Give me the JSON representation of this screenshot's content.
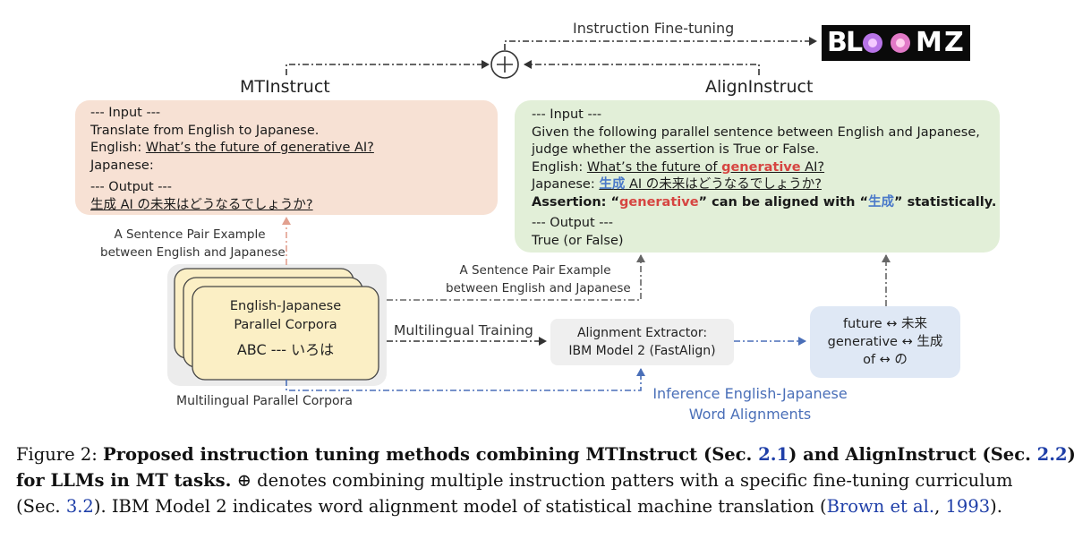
{
  "top": {
    "instruction_finetuning": "Instruction Fine-tuning",
    "plus": "+",
    "logo_text": {
      "b": "B",
      "l": "L",
      "m": "M",
      "z": "Z"
    }
  },
  "mtinstruct": {
    "title": "MTInstruct",
    "input_header": "--- Input ---",
    "line1": "Translate from English to Japanese.",
    "english_label": "English: ",
    "english_text": "What’s the future of generative AI?",
    "japanese_label": "Japanese:",
    "output_header": "--- Output ---",
    "output_text": "生成 AI の未来はどうなるでしょうか?"
  },
  "aligninstruct": {
    "title": "AlignInstruct",
    "input_header": "--- Input ---",
    "line1": "Given the following parallel sentence between English and Japanese,",
    "line2": "judge whether the assertion is True or False.",
    "english_label": "English: ",
    "english_pre": "What’s the future of ",
    "english_highlight": "generative",
    "english_post": " AI?",
    "japanese_label": "Japanese: ",
    "japanese_highlight": "生成",
    "japanese_post": " AI の未来はどうなるでしょうか?",
    "assertion_label": "Assertion: “",
    "assertion_word1": "generative",
    "assertion_mid": "” can be aligned with “",
    "assertion_word2": "生成",
    "assertion_end": "” statistically.",
    "output_header": "--- Output ---",
    "output_text": "True (or False)"
  },
  "labels": {
    "pair_example_left_1": "A Sentence Pair Example",
    "pair_example_left_2": "between English and Japanese",
    "pair_example_right_1": "A Sentence Pair Example",
    "pair_example_right_2": "between English and Japanese",
    "multilingual_training": "Multilingual Training",
    "multilingual_parallel_corpora": "Multilingual Parallel Corpora",
    "inference_1": "Inference English-Japanese",
    "inference_2": "Word Alignments"
  },
  "corpora": {
    "line1": "English-Japanese",
    "line2": "Parallel Corpora",
    "line3": "ABC --- いろは"
  },
  "extractor": {
    "line1": "Alignment Extractor:",
    "line2": "IBM Model 2 (FastAlign)"
  },
  "alignments": {
    "line1": "future ↔ 未来",
    "line2": "generative ↔ 生成",
    "line3": "of ↔ の"
  },
  "caption": {
    "figure_label": "Figure 2: ",
    "bold_part1": "Proposed instruction tuning methods combining MTInstruct (Sec. ",
    "ref_21": "2.1",
    "bold_part2": ") and AlignInstruct (Sec. ",
    "ref_22": "2.2",
    "bold_part3": ")",
    "bold_part4": "for LLMs in MT tasks.",
    "text1": " ⊕ denotes combining multiple instruction patters with a specific fine-tuning curriculum",
    "text2": "(Sec. ",
    "ref_32": "3.2",
    "text3": "). IBM Model 2 indicates word alignment model of statistical machine translation (",
    "ref_brown": "Brown et al.",
    "text4": ", ",
    "ref_year": "1993",
    "text5": ")."
  },
  "colors": {
    "mt_box": "#f7e1d4",
    "align_box": "#e2efd8",
    "corpora_box": "#fbefc5",
    "corpora_bg": "#ececec",
    "extractor_box": "#efefef",
    "alignment_box": "#dfe8f5",
    "blue_line": "#4a6fb8",
    "red_arrow": "#e2a08f",
    "ref_blue": "#1f3fa8"
  }
}
